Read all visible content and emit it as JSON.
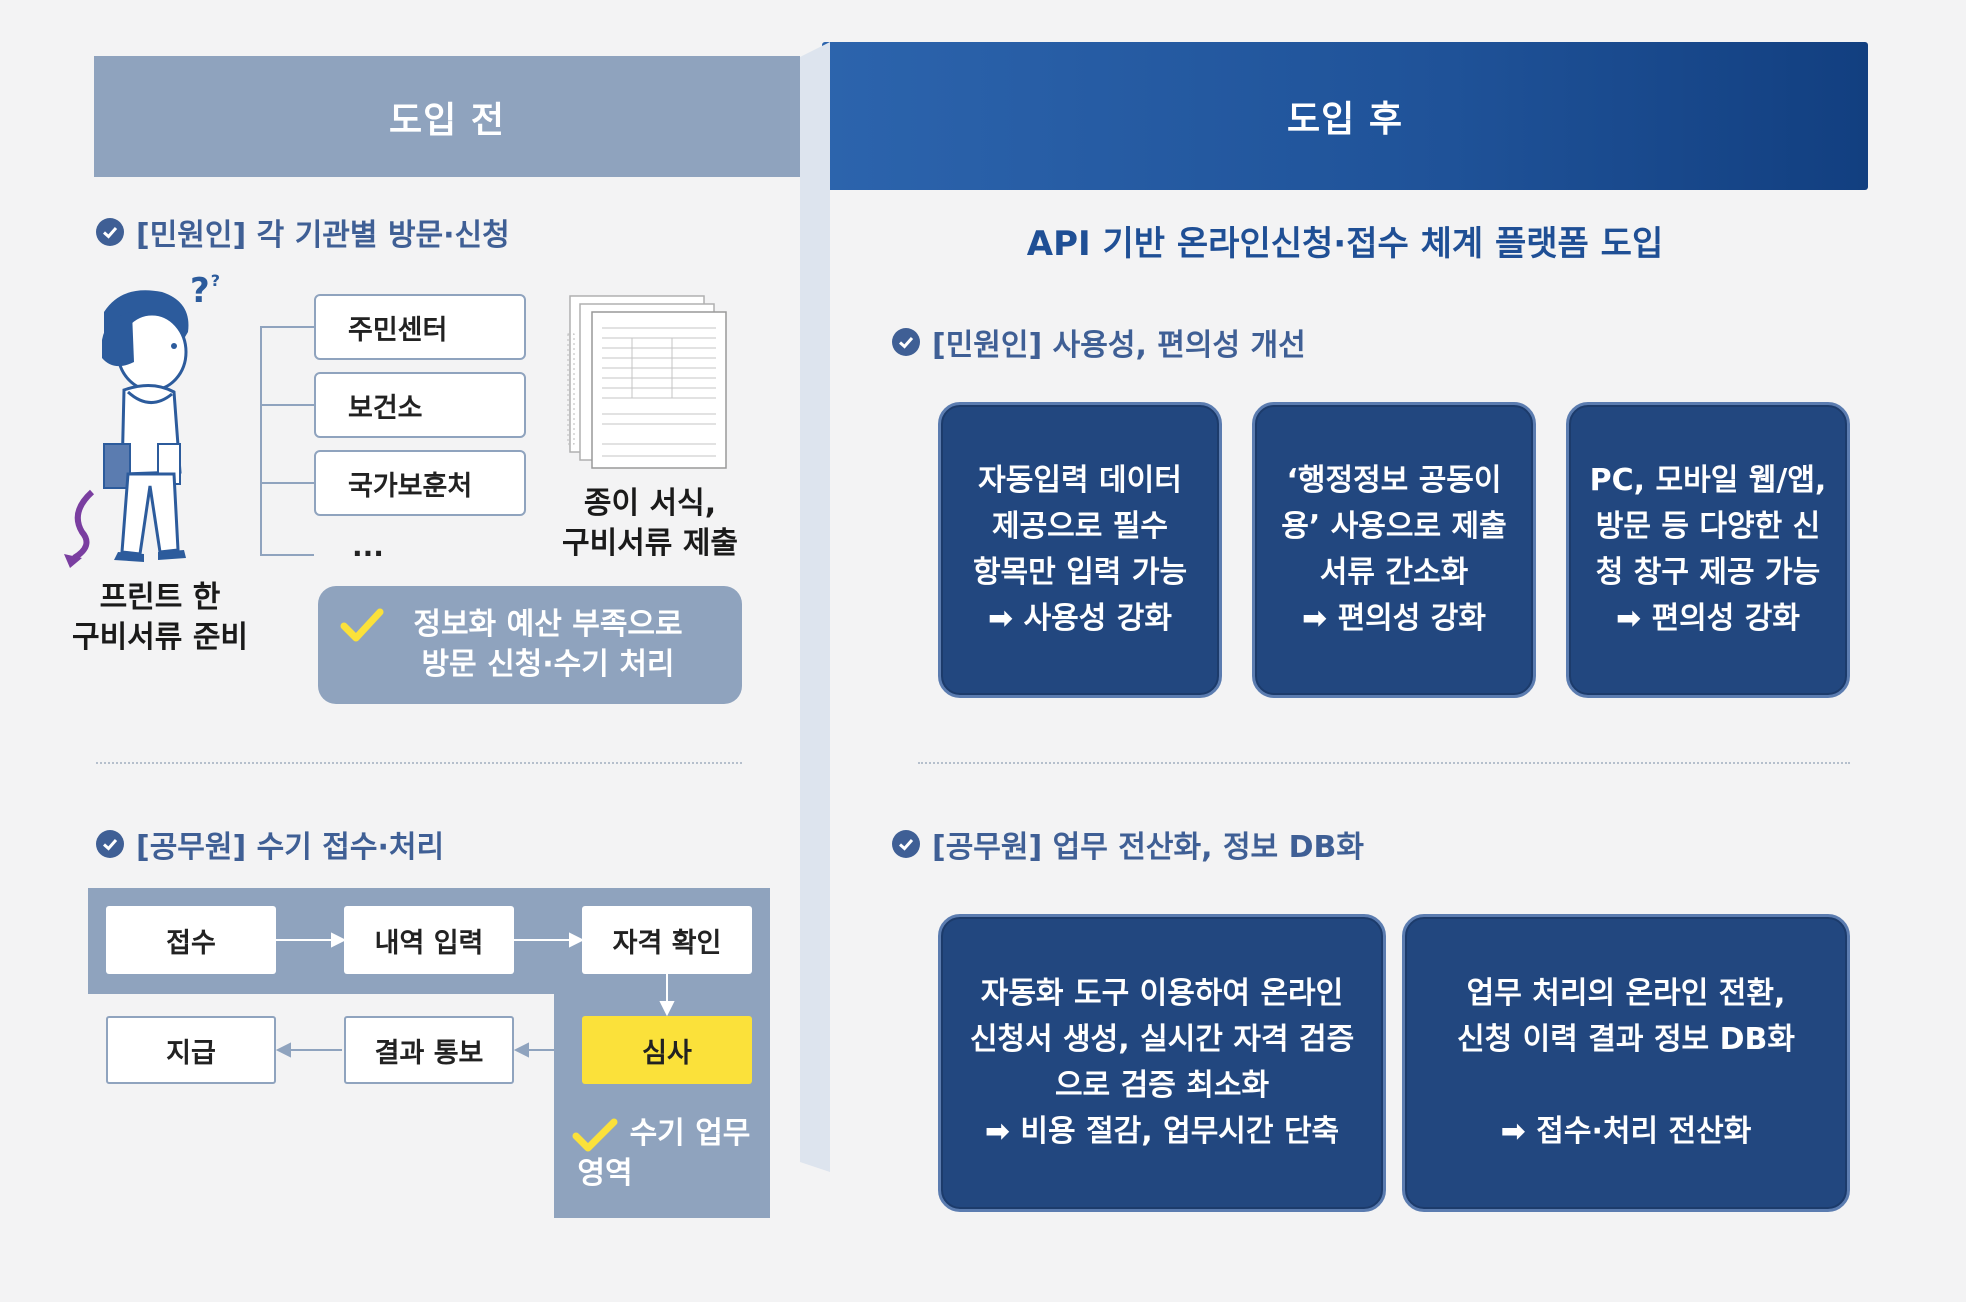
{
  "header": {
    "before": "도입 전",
    "after": "도입 후"
  },
  "before": {
    "citizen_title": "[민원인] 각 기관별 방문·신청",
    "agencies": [
      "주민센터",
      "보건소",
      "국가보훈처",
      "..."
    ],
    "print_label_line1": "프린트 한",
    "print_label_line2": "구비서류 준비",
    "paper_label_line1": "종이 서식,",
    "paper_label_line2": "구비서류 제출",
    "callout_line1": "정보화 예산 부족으로",
    "callout_line2": "방문 신청·수기 처리",
    "official_title": "[공무원] 수기 접수·처리",
    "flow": {
      "reception": "접수",
      "detail_input": "내역 입력",
      "qualification": "자격 확인",
      "review": "심사",
      "result_notice": "결과 통보",
      "payment": "지급"
    },
    "manual_area_line1": "수기 업무",
    "manual_area_line2": "영역"
  },
  "after": {
    "main_title": "API 기반 온라인신청·접수 체계 플랫폼 도입",
    "citizen_title": "[민원인] 사용성, 편의성 개선",
    "citizen_cards": [
      "자동입력 데이터\n제공으로 필수\n항목만 입력 가능\n➡ 사용성 강화",
      "‘행정정보 공동이\n용’ 사용으로 제출\n서류 간소화\n➡ 편의성 강화",
      "PC, 모바일 웹/앱,\n방문 등 다양한 신\n청 창구 제공 가능\n➡  편의성 강화"
    ],
    "official_title": "[공무원] 업무 전산화, 정보 DB화",
    "official_cards": [
      "자동화 도구 이용하여 온라인\n신청서 생성, 실시간 자격 검증\n으로 검증 최소화\n➡ 비용 절감, 업무시간 단축",
      "업무 처리의 온라인 전환,\n신청 이력 결과 정보 DB화\n\n➡ 접수·처리 전산화"
    ]
  },
  "colors": {
    "before_header": "#8fa3be",
    "after_header": "#1f5298",
    "card": "#22477f",
    "highlight": "#fbe13a",
    "title_blue": "#3f5f95"
  },
  "icons": [
    "check-circle-icon",
    "confused-person-illustration",
    "paper-forms-illustration",
    "checkmark-icon",
    "arrow-icon"
  ]
}
